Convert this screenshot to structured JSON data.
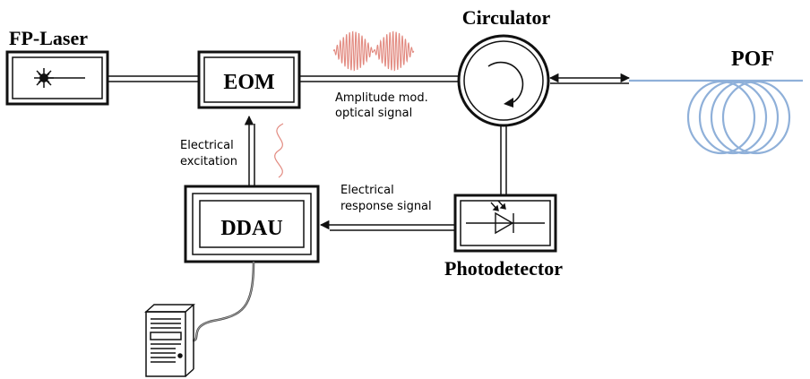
{
  "labels": {
    "fp_laser": "FP-Laser",
    "eom": "EOM",
    "circulator": "Circulator",
    "pof": "POF",
    "ddau": "DDAU",
    "photodetector": "Photodetector",
    "amplitude_line1": "Amplitude mod.",
    "amplitude_line2": "optical signal",
    "excitation_line1": "Electrical",
    "excitation_line2": "excitation",
    "response_line1": "Electrical",
    "response_line2": "response signal"
  },
  "colors": {
    "line": "#111111",
    "fiber": "#8fb0d9",
    "wave": "#e28a80"
  },
  "icons": {
    "laser": "laser-burst-icon",
    "computer": "computer-tower-icon",
    "photodiode": "photodiode-icon"
  }
}
